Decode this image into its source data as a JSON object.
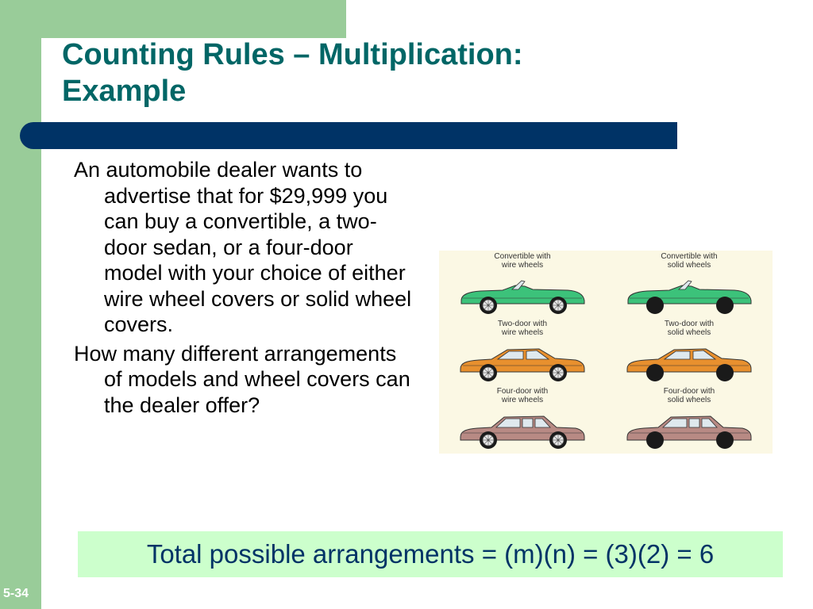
{
  "slide": {
    "title_lines": [
      "Counting Rules – Multiplication:",
      "Example"
    ],
    "paragraphs": [
      "An automobile dealer wants to advertise that for $29,999 you can buy a convertible, a two-door sedan, or a four-door model with your choice of either wire wheel covers or solid wheel covers.",
      "How many different arrangements of models and wheel covers can the dealer offer?"
    ],
    "answer": "Total possible arrangements = (m)(n) = (3)(2) = 6",
    "slide_number": "5-34"
  },
  "figure": {
    "cars": [
      {
        "label_lines": [
          "Convertible with",
          "wire wheels"
        ],
        "body": "convertible",
        "wheel": "wire",
        "color": "#3cc27a"
      },
      {
        "label_lines": [
          "Convertible with",
          "solid wheels"
        ],
        "body": "convertible",
        "wheel": "solid",
        "color": "#3cc27a"
      },
      {
        "label_lines": [
          "Two-door with",
          "wire wheels"
        ],
        "body": "two-door",
        "wheel": "wire",
        "color": "#e8902e"
      },
      {
        "label_lines": [
          "Two-door with",
          "solid wheels"
        ],
        "body": "two-door",
        "wheel": "solid",
        "color": "#e8902e"
      },
      {
        "label_lines": [
          "Four-door with",
          "wire wheels"
        ],
        "body": "four-door",
        "wheel": "wire",
        "color": "#b88a84"
      },
      {
        "label_lines": [
          "Four-door with",
          "solid wheels"
        ],
        "body": "four-door",
        "wheel": "solid",
        "color": "#b88a84"
      }
    ]
  },
  "colors": {
    "accent_green": "#99cc99",
    "title_teal": "#006666",
    "bar_navy": "#003366",
    "answer_bg": "#ccffcc"
  }
}
